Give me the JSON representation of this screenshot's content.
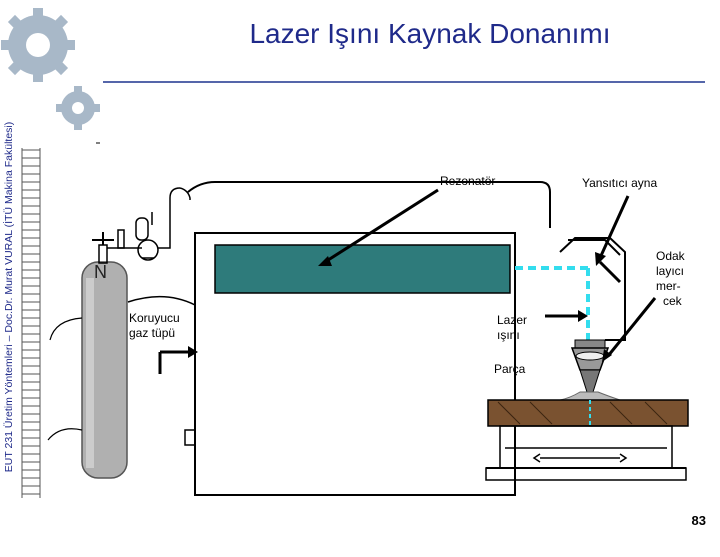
{
  "slide": {
    "title": "Lazer Işını Kaynak Donanımı",
    "side_text": "EUT 231 Üretim Yöntemleri – Doc.Dr. Murat VURAL (İTÜ Makina Fakültesi)",
    "page_number": "83"
  },
  "labels": {
    "rezonator": "Rezonatör",
    "reflector": "Yansıtıcı ayna",
    "lens_1": "Odak",
    "lens_2": "layıcı",
    "lens_3": "mer-",
    "lens_4": "cek",
    "gas_1": "Koruyucu",
    "gas_2": "gaz tüpü",
    "beam_1": "Lazer",
    "beam_2": "ışını",
    "part": "Parça",
    "cylinder_letter": "N"
  },
  "colors": {
    "title": "#1f2a8a",
    "cylinder": "#b0b0b0",
    "resonator": "#2e7b7b",
    "beam": "#33ddee",
    "wood": "#7a5230",
    "gear": "#a8b8c8"
  }
}
